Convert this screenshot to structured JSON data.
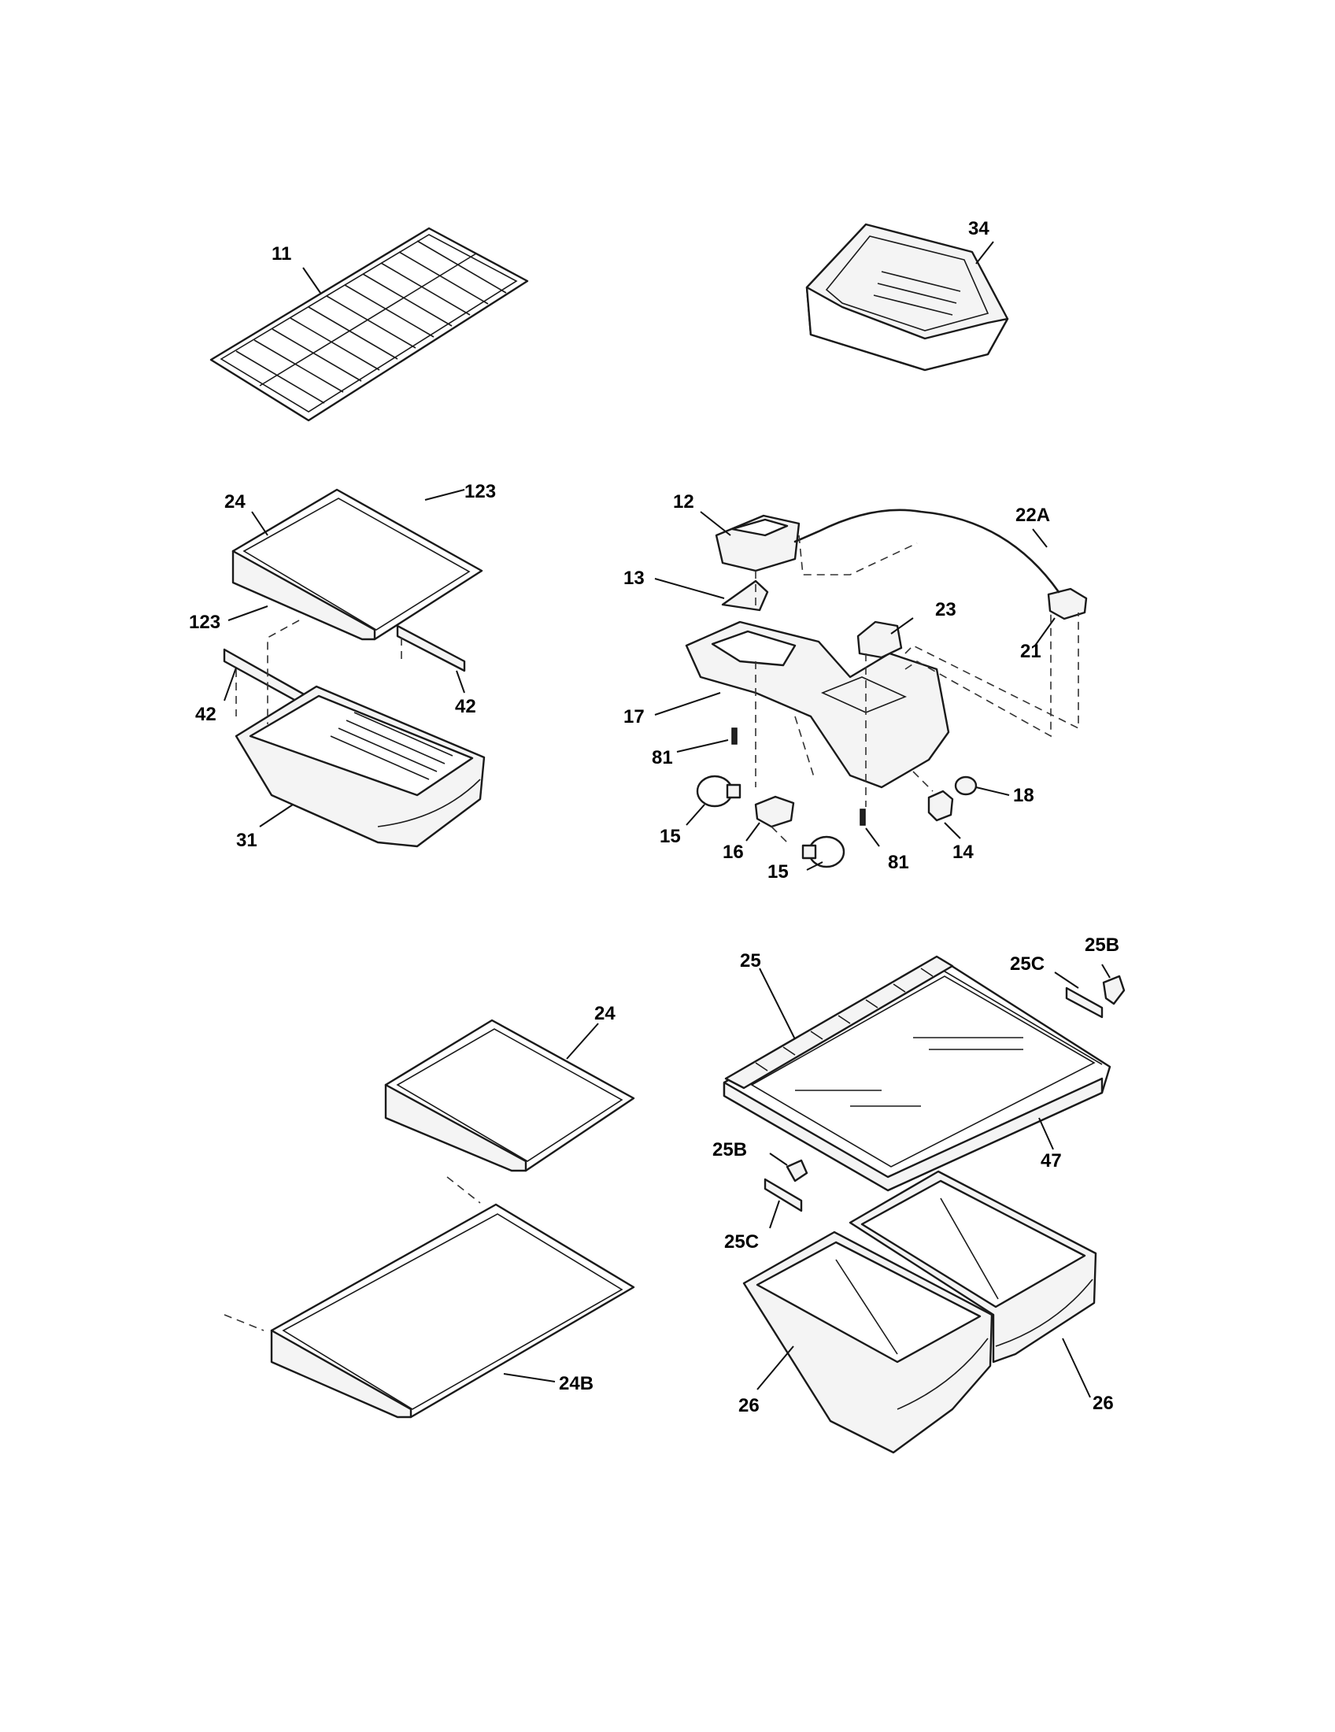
{
  "callouts": {
    "c11": "11",
    "c34": "34",
    "c24_top": "24",
    "c123_a": "123",
    "c123_b": "123",
    "c42_a": "42",
    "c42_b": "42",
    "c31": "31",
    "c12": "12",
    "c22A": "22A",
    "c13": "13",
    "c23": "23",
    "c21": "21",
    "c17": "17",
    "c81_a": "81",
    "c81_b": "81",
    "c18": "18",
    "c15_a": "15",
    "c15_b": "15",
    "c16": "16",
    "c14": "14",
    "c25": "25",
    "c25C_a": "25C",
    "c25B_a": "25B",
    "c24_bottom": "24",
    "c47": "47",
    "c25B_b": "25B",
    "c25C_b": "25C",
    "c24B": "24B",
    "c26_a": "26",
    "c26_b": "26"
  }
}
